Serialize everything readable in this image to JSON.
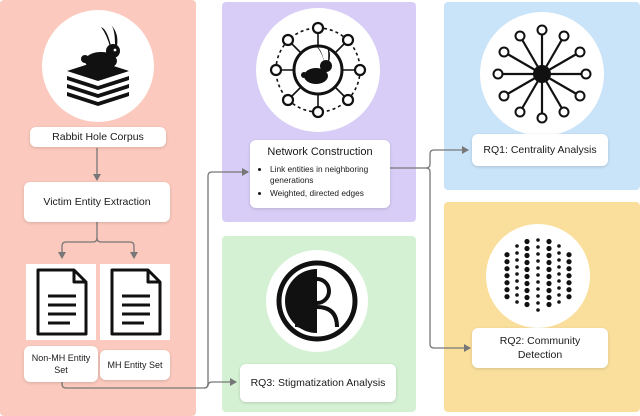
{
  "colors": {
    "panel_corpus": "#fbc9bd",
    "panel_network": "#d7cdf6",
    "panel_rq3": "#d4f1d3",
    "panel_rq1": "#c9e3f9",
    "panel_rq2": "#fadf9c",
    "arrow": "#777777"
  },
  "corpus": {
    "label": "Rabbit Hole Corpus",
    "icon": "rabbit-on-stack-icon"
  },
  "extraction": {
    "label": "Victim Entity Extraction"
  },
  "entity_sets": {
    "non_mh": {
      "label": "Non-MH Entity Set",
      "icon": "document-icon"
    },
    "mh": {
      "label": "MH Entity Set",
      "icon": "document-icon"
    }
  },
  "network": {
    "icon": "rabbit-network-icon",
    "title": "Network Construction",
    "bullets": [
      "Link entities in neighboring generations",
      "Weighted, directed edges"
    ]
  },
  "rq3": {
    "label": "RQ3: Stigmatization Analysis",
    "icon": "half-person-icon"
  },
  "rq1": {
    "label": "RQ1: Centrality Analysis",
    "icon": "centrality-burst-icon"
  },
  "rq2": {
    "label": "RQ2: Community Detection",
    "icon": "dotted-columns-icon"
  }
}
